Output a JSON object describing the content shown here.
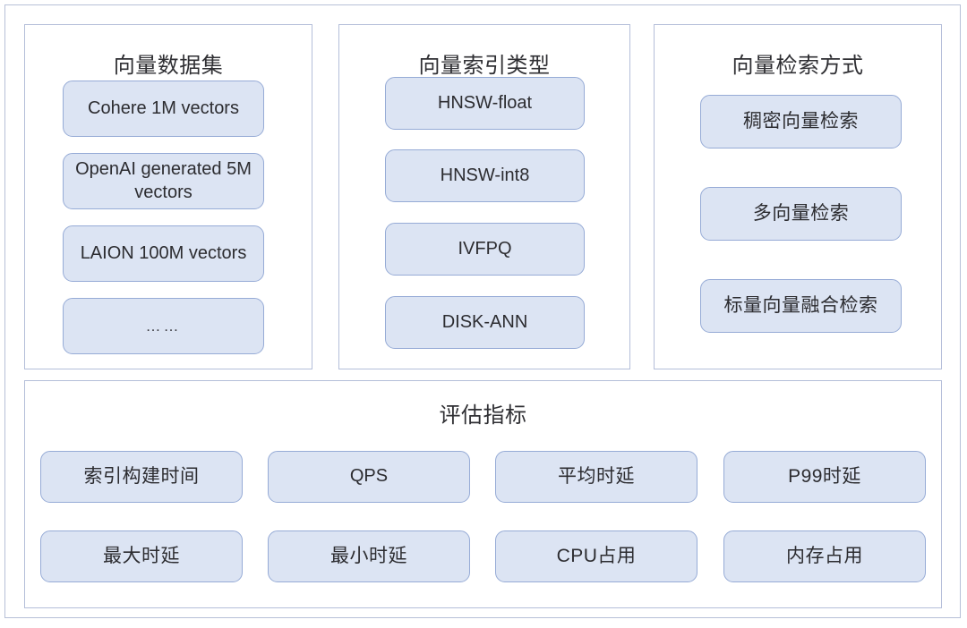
{
  "diagram": {
    "panels": [
      {
        "id": "vector-datasets",
        "title": "向量数据集",
        "items": [
          {
            "label": "Cohere 1M vectors",
            "script": "latin"
          },
          {
            "label": "OpenAI generated 5M vectors",
            "script": "latin"
          },
          {
            "label": "LAION 100M vectors",
            "script": "latin"
          },
          {
            "label": "……",
            "script": "ellipsis"
          }
        ]
      },
      {
        "id": "vector-index-types",
        "title": "向量索引类型",
        "items": [
          {
            "label": "HNSW-float",
            "script": "latin"
          },
          {
            "label": "HNSW-int8",
            "script": "latin"
          },
          {
            "label": "IVFPQ",
            "script": "latin"
          },
          {
            "label": "DISK-ANN",
            "script": "latin"
          }
        ]
      },
      {
        "id": "vector-search-methods",
        "title": "向量检索方式",
        "items": [
          {
            "label": "稠密向量检索",
            "script": "cjk"
          },
          {
            "label": "多向量检索",
            "script": "cjk"
          },
          {
            "label": "标量向量融合检索",
            "script": "cjk"
          }
        ]
      },
      {
        "id": "evaluation-metrics",
        "title": "评估指标",
        "items": [
          {
            "label": "索引构建时间",
            "script": "cjk"
          },
          {
            "label": "QPS",
            "script": "latin"
          },
          {
            "label": "平均时延",
            "script": "cjk"
          },
          {
            "label": "P99时延",
            "script": "cjk"
          },
          {
            "label": "最大时延",
            "script": "cjk"
          },
          {
            "label": "最小时延",
            "script": "cjk"
          },
          {
            "label": "CPU占用",
            "script": "cjk"
          },
          {
            "label": "内存占用",
            "script": "cjk"
          }
        ]
      }
    ],
    "colors": {
      "node_fill": "#dce4f3",
      "node_border": "#96abd6",
      "panel_border": "#b4bed9",
      "outer_border": "#b7c0d8",
      "text": "#2c2c30",
      "background": "#ffffff"
    }
  }
}
